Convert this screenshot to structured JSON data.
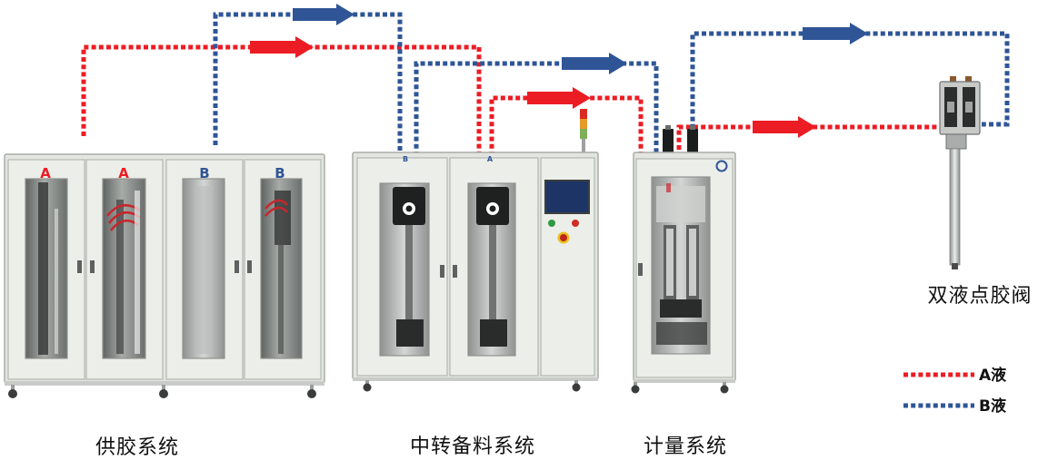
{
  "colors": {
    "a_liquid": "#ec1c24",
    "b_liquid": "#2f5597",
    "cabinet": "#e3e5e1"
  },
  "supply_system": {
    "label": "供胶系统",
    "door_labels": [
      "A",
      "A",
      "B",
      "B"
    ]
  },
  "transfer_system": {
    "label": "中转备料系统",
    "port_labels": [
      "B",
      "A"
    ]
  },
  "metering_system": {
    "label": "计量系统"
  },
  "dispensing_valve": {
    "label": "双液点胶阀"
  },
  "legend": {
    "a": {
      "label": "A液"
    },
    "b": {
      "label": "B液"
    }
  }
}
